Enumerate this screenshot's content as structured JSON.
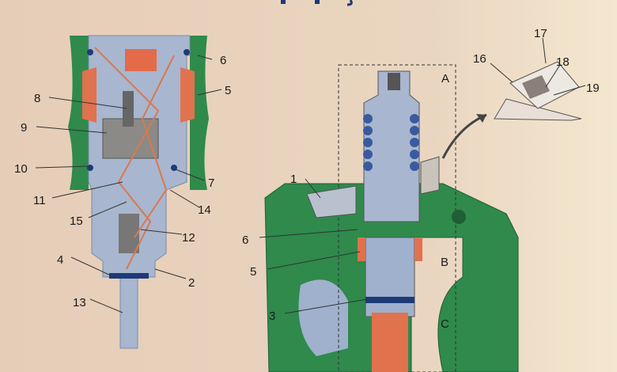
{
  "colors": {
    "paper": "#e8d2bd",
    "engine_green": "#2f8a4c",
    "body_blue": "#9fb1cc",
    "seal_orange": "#e0724e",
    "title_blue": "#1d3a78"
  },
  "left_diagram": {
    "labels": [
      "6",
      "5",
      "8",
      "9",
      "10",
      "7",
      "11",
      "14",
      "15",
      "12",
      "4",
      "2",
      "13"
    ]
  },
  "right_diagram": {
    "labels": [
      "17",
      "16",
      "18",
      "19",
      "A",
      "1",
      "6",
      "5",
      "B",
      "3",
      "C"
    ]
  }
}
